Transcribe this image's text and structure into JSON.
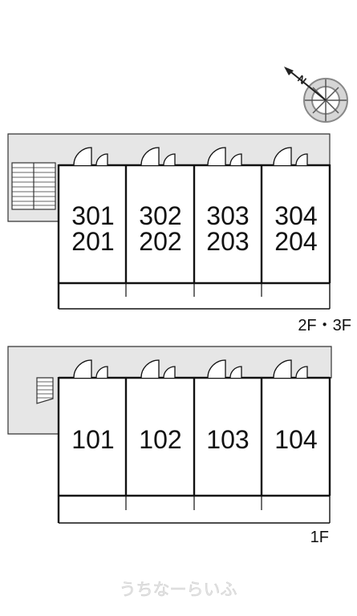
{
  "upper": {
    "floor_label": "2F・3F",
    "units": [
      {
        "top": "301",
        "bottom": "201"
      },
      {
        "top": "302",
        "bottom": "202"
      },
      {
        "top": "303",
        "bottom": "203"
      },
      {
        "top": "304",
        "bottom": "204"
      }
    ]
  },
  "lower": {
    "floor_label": "1F",
    "units": [
      {
        "label": "101"
      },
      {
        "label": "102"
      },
      {
        "label": "103"
      },
      {
        "label": "104"
      }
    ]
  },
  "compass": {
    "north_label": "N"
  },
  "watermark": "うちなーらいふ",
  "colors": {
    "corridor": "#e6e6e6",
    "line": "#111111",
    "compass": "#888888"
  }
}
